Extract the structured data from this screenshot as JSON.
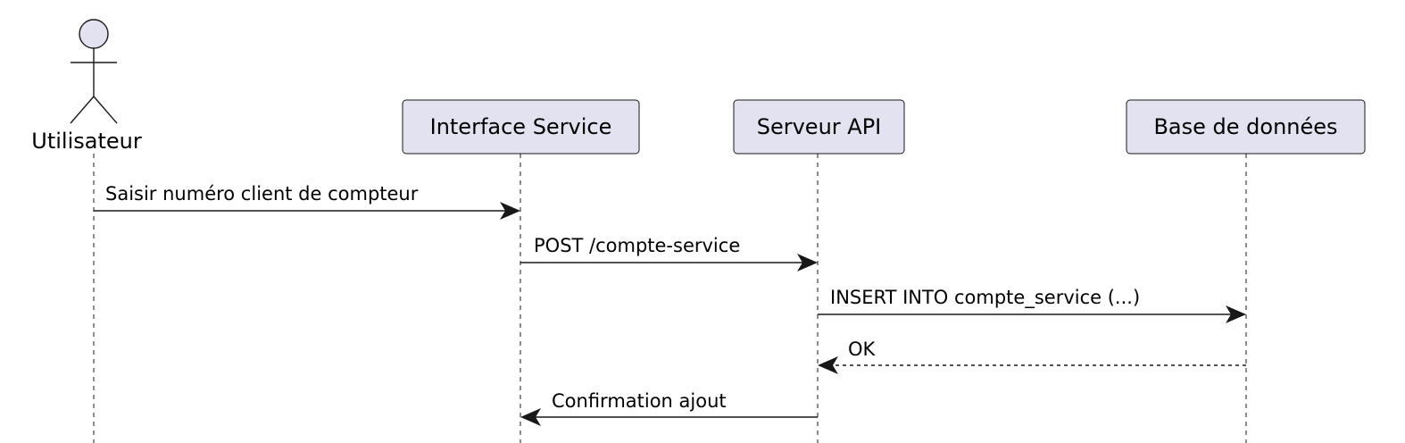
{
  "diagram": {
    "type": "sequence",
    "colors": {
      "participant_fill": "#e2e2f0",
      "stroke": "#181818",
      "text": "#000000"
    },
    "actor": {
      "label": "Utilisateur",
      "icon": "stick-figure-actor-icon"
    },
    "participants": [
      {
        "label": "Interface Service"
      },
      {
        "label": "Serveur API"
      },
      {
        "label": "Base de données"
      }
    ],
    "messages": [
      {
        "from": "Utilisateur",
        "to": "Interface Service",
        "label": "Saisir numéro client de compteur",
        "style": "solid"
      },
      {
        "from": "Interface Service",
        "to": "Serveur API",
        "label": "POST /compte-service",
        "style": "solid"
      },
      {
        "from": "Serveur API",
        "to": "Base de données",
        "label": "INSERT INTO compte_service (...)",
        "style": "solid"
      },
      {
        "from": "Base de données",
        "to": "Serveur API",
        "label": "OK",
        "style": "dashed"
      },
      {
        "from": "Serveur API",
        "to": "Interface Service",
        "label": "Confirmation ajout",
        "style": "solid"
      }
    ]
  }
}
